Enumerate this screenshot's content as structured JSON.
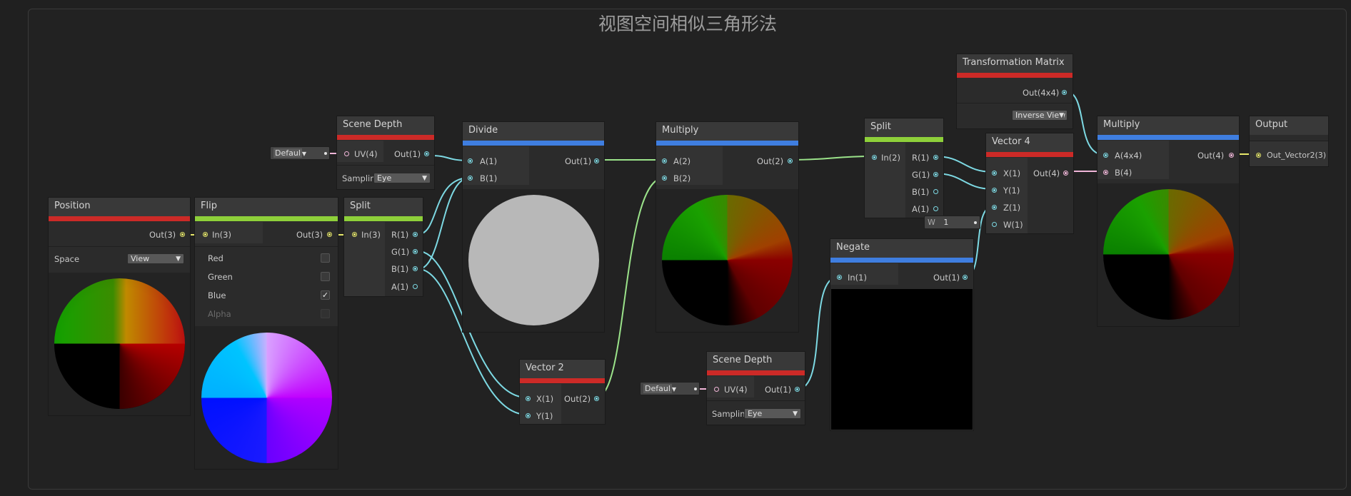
{
  "graph": {
    "title": "视图空间相似三角形法"
  },
  "nodes": {
    "position": {
      "title": "Position",
      "output": "Out(3)",
      "space_label": "Space",
      "space_value": "View"
    },
    "flip": {
      "title": "Flip",
      "input": "In(3)",
      "output": "Out(3)",
      "toggles": [
        {
          "label": "Red",
          "checked": false
        },
        {
          "label": "Green",
          "checked": false
        },
        {
          "label": "Blue",
          "checked": true
        },
        {
          "label": "Alpha",
          "checked": false,
          "disabled": true
        }
      ]
    },
    "split1": {
      "title": "Split",
      "input": "In(3)",
      "outputs": [
        "R(1)",
        "G(1)",
        "B(1)",
        "A(1)"
      ]
    },
    "scene_depth1": {
      "title": "Scene Depth",
      "input": "UV(4)",
      "output": "Out(1)",
      "uv_default": "Defaul",
      "sampling_label": "Samplin",
      "sampling_value": "Eye"
    },
    "divide": {
      "title": "Divide",
      "inputs": [
        "A(1)",
        "B(1)"
      ],
      "output": "Out(1)"
    },
    "vector2": {
      "title": "Vector 2",
      "inputs": [
        "X(1)",
        "Y(1)"
      ],
      "output": "Out(2)"
    },
    "multiply1": {
      "title": "Multiply",
      "inputs": [
        "A(2)",
        "B(2)"
      ],
      "output": "Out(2)"
    },
    "scene_depth2": {
      "title": "Scene Depth",
      "input": "UV(4)",
      "output": "Out(1)",
      "uv_default": "Defaul",
      "sampling_label": "Samplin",
      "sampling_value": "Eye"
    },
    "split2": {
      "title": "Split",
      "input": "In(2)",
      "outputs": [
        "R(1)",
        "G(1)",
        "B(1)",
        "A(1)"
      ]
    },
    "negate": {
      "title": "Negate",
      "input": "In(1)",
      "output": "Out(1)"
    },
    "transformation_matrix": {
      "title": "Transformation Matrix",
      "output": "Out(4x4)",
      "mode": "Inverse View"
    },
    "vector4": {
      "title": "Vector 4",
      "inputs": [
        "X(1)",
        "Y(1)",
        "Z(1)",
        "W(1)"
      ],
      "output": "Out(4)",
      "w_label": "W",
      "w_value": "1"
    },
    "multiply2": {
      "title": "Multiply",
      "inputs": [
        "A(4x4)",
        "B(4)"
      ],
      "output": "Out(4)"
    },
    "output": {
      "title": "Output",
      "input": "Out_Vector2(3)"
    }
  },
  "colors": {
    "header_red": "#cc2a27",
    "header_green": "#8ed03a",
    "header_blue": "#3f7ee0",
    "port_vec1": "#7dd9e3",
    "port_vec3": "#e7e86a",
    "port_vec2": "#9be38a",
    "port_matrix": "#f0b6d8"
  }
}
